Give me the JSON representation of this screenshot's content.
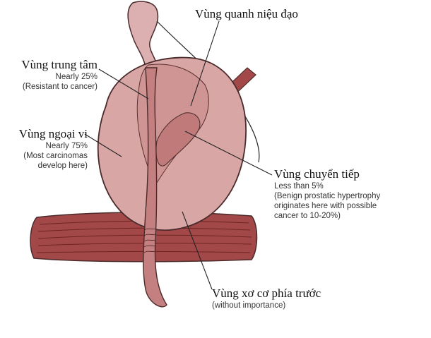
{
  "labels": {
    "periurethral": {
      "name": "Vùng quanh niệu đạo"
    },
    "central": {
      "name": "Vùng trung tâm",
      "pct": "Nearly 25%",
      "note": "(Resistant to cancer)"
    },
    "peripheral": {
      "name": "Vùng ngoại vi",
      "pct": "Nearly 75%",
      "note1": "(Most carcinomas",
      "note2": "develop here)"
    },
    "transition": {
      "name": "Vùng chuyển tiếp",
      "pct": "Less than 5%",
      "note1": "(Benign prostatic hypertrophy",
      "note2": "originates here with possible",
      "note3": "cancer to 10-20%)"
    },
    "anterior": {
      "name": "Vùng xơ cơ phía trước",
      "note": "(without importance)"
    }
  },
  "colors": {
    "gland_fill": "#d9a6a6",
    "gland_stroke": "#4a2a2a",
    "muscle": "#a34848",
    "urethra": "#c48080",
    "line": "#222222"
  }
}
